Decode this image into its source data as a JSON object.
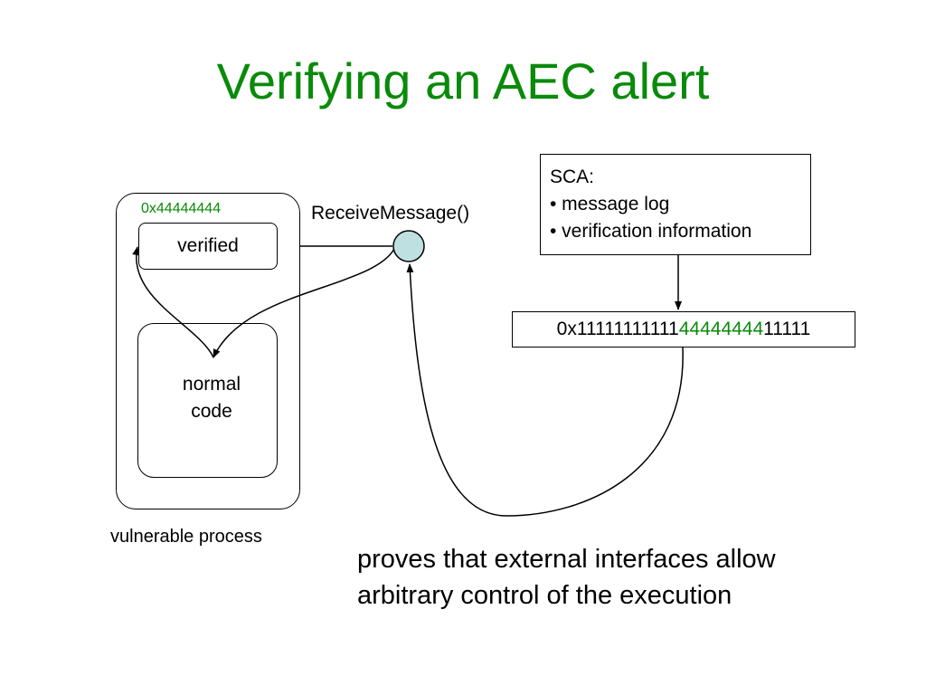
{
  "title": "Verifying an AEC alert",
  "process": {
    "label": "vulnerable process",
    "address": "0x44444444",
    "verified_label": "verified",
    "normal_code_line1": "normal",
    "normal_code_line2": "code"
  },
  "receive_message_label": "ReceiveMessage()",
  "sca": {
    "heading": "SCA:",
    "items": [
      "• message log",
      "• verification information"
    ]
  },
  "memory": {
    "prefix": "0x11111111111",
    "highlight": "44444444",
    "suffix": "11111"
  },
  "conclusion": {
    "line1": "proves that external interfaces allow",
    "line2": "arbitrary control of the execution"
  },
  "colors": {
    "title_green": "#0a8a0a",
    "node_fill": "#bfe0e0"
  }
}
